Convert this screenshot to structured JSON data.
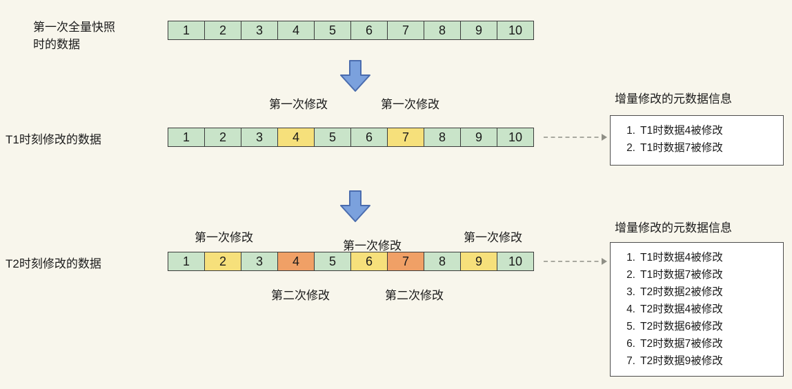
{
  "colors": {
    "bg": "#f8f6ec",
    "cell-normal": "#c9e4c9",
    "cell-first": "#f6e07b",
    "cell-second": "#f0a066",
    "cell-border": "#3a3a3a",
    "arrow-fill": "#7ba1dd",
    "arrow-stroke": "#4a6cae",
    "box-border": "#4b4b4b",
    "text": "#1a1a1a"
  },
  "row1": {
    "label_line1": "第一次全量快照",
    "label_line2": "时的数据",
    "cells": [
      {
        "value": "1",
        "state": "normal"
      },
      {
        "value": "2",
        "state": "normal"
      },
      {
        "value": "3",
        "state": "normal"
      },
      {
        "value": "4",
        "state": "normal"
      },
      {
        "value": "5",
        "state": "normal"
      },
      {
        "value": "6",
        "state": "normal"
      },
      {
        "value": "7",
        "state": "normal"
      },
      {
        "value": "8",
        "state": "normal"
      },
      {
        "value": "9",
        "state": "normal"
      },
      {
        "value": "10",
        "state": "normal"
      }
    ]
  },
  "row2": {
    "label": "T1时刻修改的数据",
    "annotation_top_1": "第一次修改",
    "annotation_top_2": "第一次修改",
    "cells": [
      {
        "value": "1",
        "state": "normal"
      },
      {
        "value": "2",
        "state": "normal"
      },
      {
        "value": "3",
        "state": "normal"
      },
      {
        "value": "4",
        "state": "first"
      },
      {
        "value": "5",
        "state": "normal"
      },
      {
        "value": "6",
        "state": "normal"
      },
      {
        "value": "7",
        "state": "first"
      },
      {
        "value": "8",
        "state": "normal"
      },
      {
        "value": "9",
        "state": "normal"
      },
      {
        "value": "10",
        "state": "normal"
      }
    ]
  },
  "row3": {
    "label": "T2时刻修改的数据",
    "annotation_top_1": "第一次修改",
    "annotation_top_2": "第一次修改",
    "annotation_top_3": "第一次修改",
    "annotation_bottom_1": "第二次修改",
    "annotation_bottom_2": "第二次修改",
    "cells": [
      {
        "value": "1",
        "state": "normal"
      },
      {
        "value": "2",
        "state": "first"
      },
      {
        "value": "3",
        "state": "normal"
      },
      {
        "value": "4",
        "state": "second"
      },
      {
        "value": "5",
        "state": "normal"
      },
      {
        "value": "6",
        "state": "first"
      },
      {
        "value": "7",
        "state": "second"
      },
      {
        "value": "8",
        "state": "normal"
      },
      {
        "value": "9",
        "state": "first"
      },
      {
        "value": "10",
        "state": "normal"
      }
    ]
  },
  "meta1": {
    "title": "增量修改的元数据信息",
    "items": [
      {
        "num": "1.",
        "text": "T1时数据4被修改"
      },
      {
        "num": "2.",
        "text": "T1时数据7被修改"
      }
    ]
  },
  "meta2": {
    "title": "增量修改的元数据信息",
    "items": [
      {
        "num": "1.",
        "text": "T1时数据4被修改"
      },
      {
        "num": "2.",
        "text": "T1时数据7被修改"
      },
      {
        "num": "3.",
        "text": "T2时数据2被修改"
      },
      {
        "num": "4.",
        "text": "T2时数据4被修改"
      },
      {
        "num": "5.",
        "text": "T2时数据6被修改"
      },
      {
        "num": "6.",
        "text": "T2时数据7被修改"
      },
      {
        "num": "7.",
        "text": "T2时数据9被修改"
      }
    ]
  }
}
